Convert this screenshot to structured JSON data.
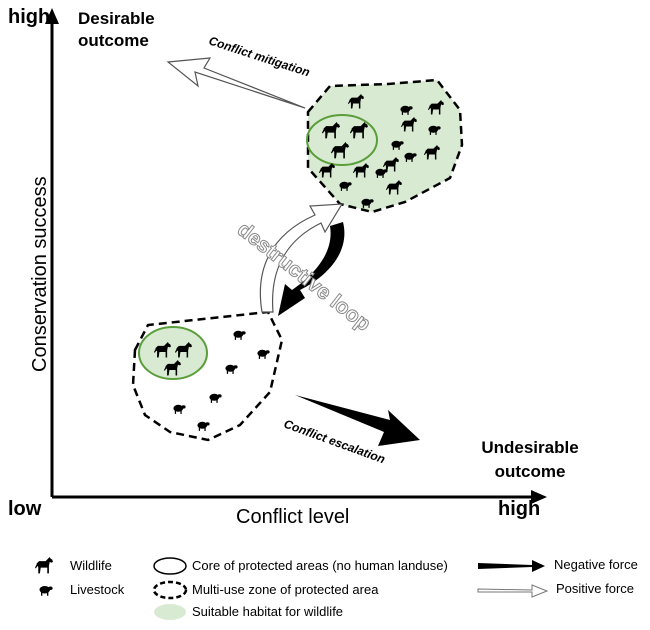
{
  "axes": {
    "y_high": "high",
    "y_label": "Conservation success",
    "x_low": "low",
    "x_label": "Conflict level",
    "x_high": "high"
  },
  "outcomes": {
    "desirable_line1": "Desirable",
    "desirable_line2": "outcome",
    "undesirable_line1": "Undesirable",
    "undesirable_line2": "outcome"
  },
  "arrows": {
    "mitigation": "Conflict mitigation",
    "escalation": "Conflict escalation",
    "loop": "destructive loop"
  },
  "legend": {
    "wildlife": "Wildlife",
    "livestock": "Livestock",
    "core": "Core of protected areas (no human landuse)",
    "multi_use": "Multi-use zone of protected area",
    "habitat": "Suitable habitat for wildlife",
    "negative": "Negative force",
    "positive": "Positive force"
  },
  "colors": {
    "habitat_fill": "#d9ead3",
    "core_stroke": "#5a9e3a",
    "animal": "#000000"
  },
  "icons": {
    "wildlife": "horse-silhouette-icon",
    "livestock": "sheep-silhouette-icon"
  }
}
